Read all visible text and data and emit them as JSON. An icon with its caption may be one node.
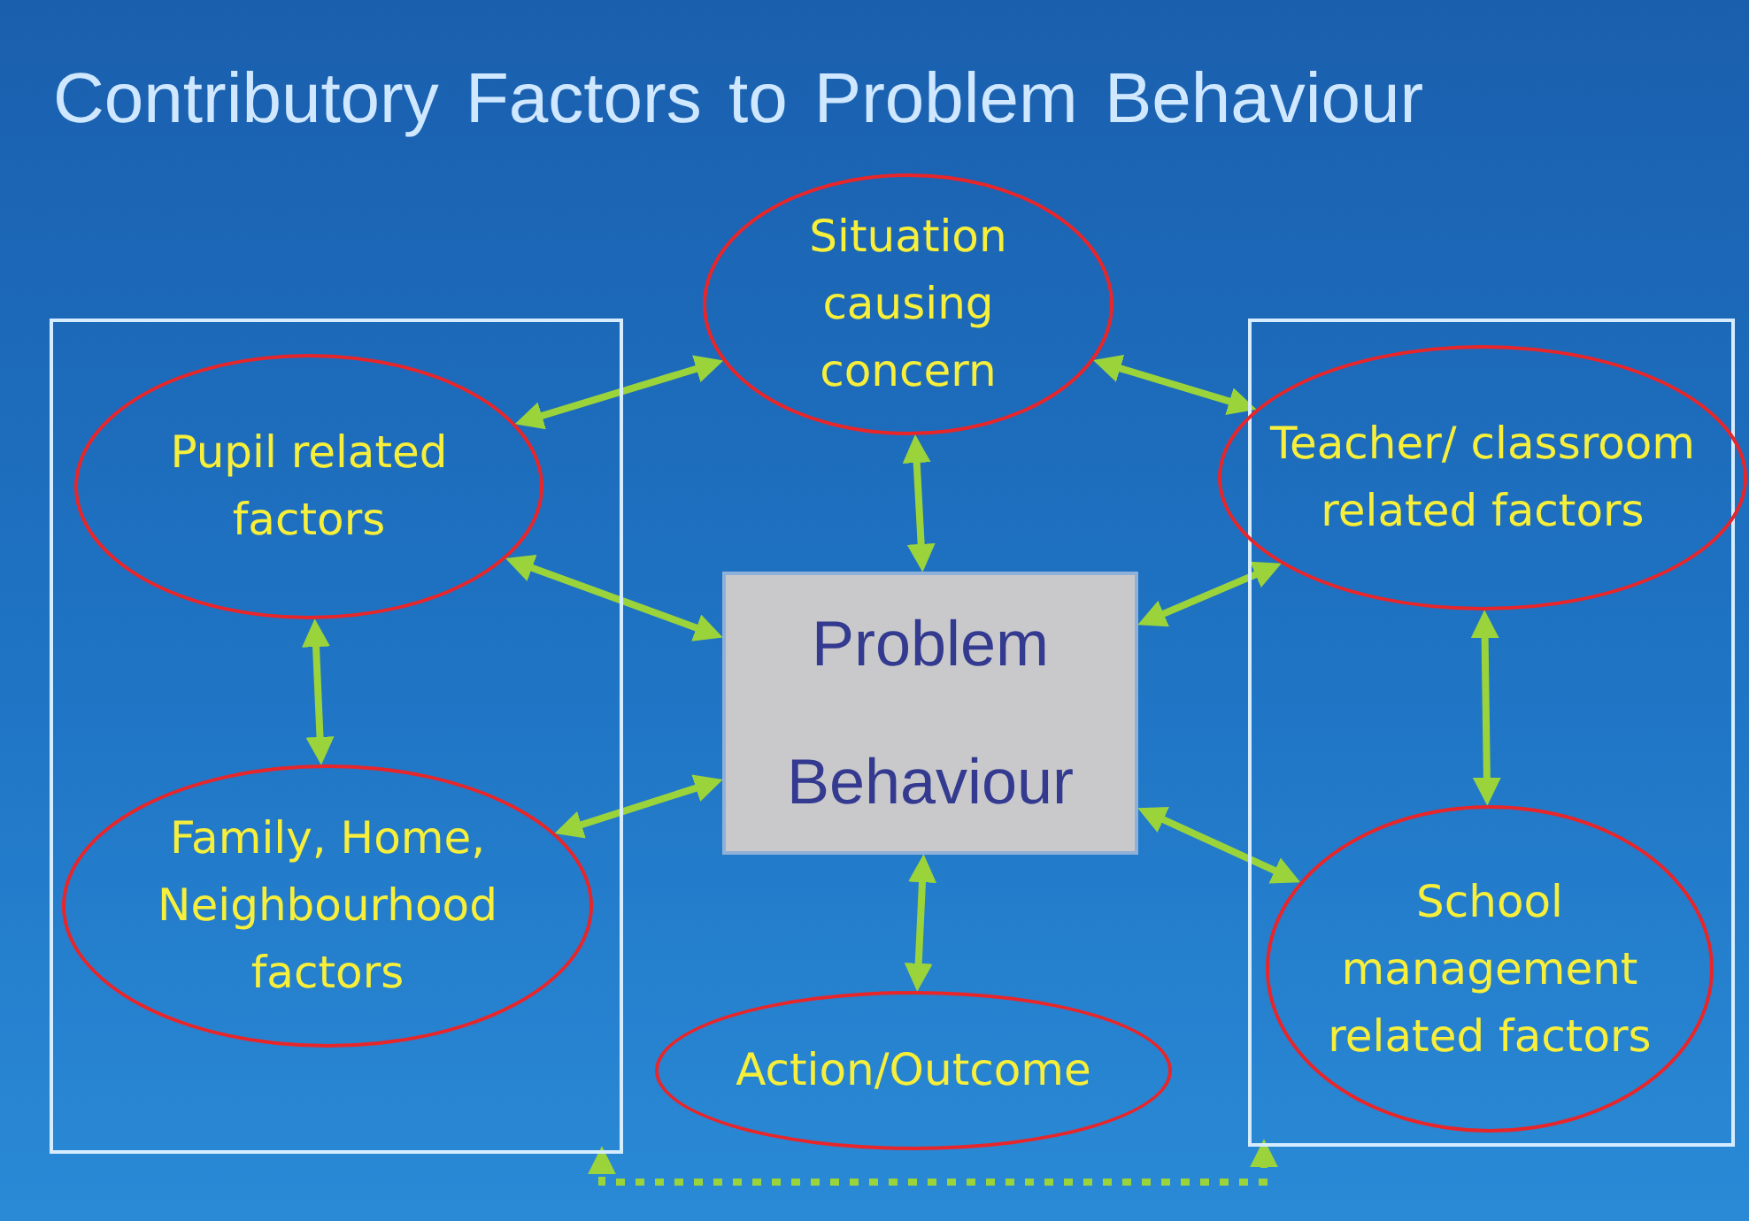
{
  "diagram": {
    "title": "Contributory Factors to Problem Behaviour",
    "nodes": [
      {
        "text": [],
        "shape": "box"
      },
      {
        "text": [
          "Situation causing concern"
        ]
      },
      {
        "text": [],
        "shape": "box"
      },
      {
        "text": [
          "Pupil related factors"
        ],
        "in": 0
      },
      {
        "text": [
          "Teacher/ classroom related factors"
        ]
      },
      {
        "text": [
          "Problem Behaviour"
        ]
      },
      {
        "text": [
          "Family, Home, Neighbourhood factors"
        ],
        "in": 0
      },
      {
        "text": [
          "School management related factors"
        ],
        "in": 2
      },
      {
        "text": [
          "Action/Outcome"
        ]
      }
    ],
    "edges": [
      {
        "from": 3,
        "to": 1,
        "arrow": "both"
      },
      {
        "from": 1,
        "to": 4,
        "arrow": "both"
      },
      {
        "from": 1,
        "to": 5,
        "arrow": "both"
      },
      {
        "from": 3,
        "to": 5,
        "arrow": "both"
      },
      {
        "from": 4,
        "to": 5,
        "arrow": "both"
      },
      {
        "from": 3,
        "to": 6,
        "arrow": "both"
      },
      {
        "from": 6,
        "to": 5,
        "arrow": "both"
      },
      {
        "from": 4,
        "to": 7,
        "arrow": "both"
      },
      {
        "from": 7,
        "to": 5,
        "arrow": "both"
      },
      {
        "from": 5,
        "to": 8,
        "arrow": "both"
      },
      {
        "from": 0,
        "to": 2,
        "arrow": "both",
        "style": "dashed"
      }
    ]
  }
}
